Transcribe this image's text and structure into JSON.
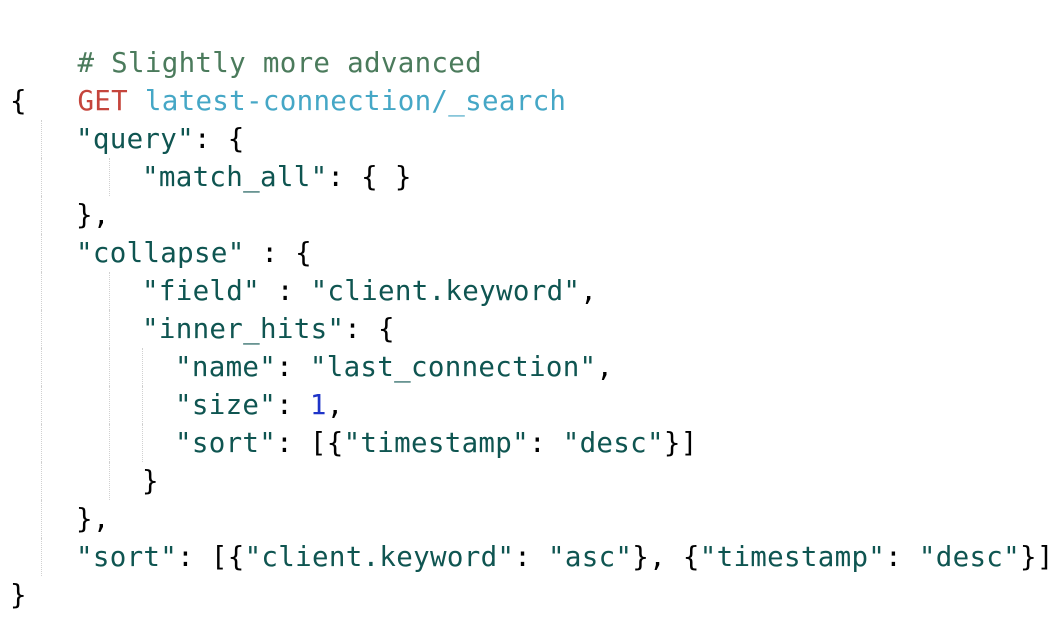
{
  "editor": {
    "comment": "# Slightly more advanced",
    "request": {
      "method": "GET",
      "url": "latest-connection/_search"
    },
    "lines": [
      {
        "indent": 0,
        "tokens": [
          {
            "t": "{",
            "k": "punct"
          }
        ]
      },
      {
        "indent": 1,
        "tokens": [
          {
            "t": "\"query\"",
            "k": "str"
          },
          {
            "t": ": {",
            "k": "punct"
          }
        ]
      },
      {
        "indent": 2,
        "tokens": [
          {
            "t": "\"match_all\"",
            "k": "str"
          },
          {
            "t": ": { }",
            "k": "punct"
          }
        ]
      },
      {
        "indent": 1,
        "tokens": [
          {
            "t": "},",
            "k": "punct"
          }
        ]
      },
      {
        "indent": 1,
        "tokens": [
          {
            "t": "\"collapse\"",
            "k": "str"
          },
          {
            "t": " : {",
            "k": "punct"
          }
        ]
      },
      {
        "indent": 2,
        "tokens": [
          {
            "t": "\"field\"",
            "k": "str"
          },
          {
            "t": " : ",
            "k": "punct"
          },
          {
            "t": "\"client.keyword\"",
            "k": "str"
          },
          {
            "t": ",",
            "k": "punct"
          }
        ]
      },
      {
        "indent": 2,
        "tokens": [
          {
            "t": "\"inner_hits\"",
            "k": "str"
          },
          {
            "t": ": {",
            "k": "punct"
          }
        ]
      },
      {
        "indent": 3,
        "tokens": [
          {
            "t": "\"name\"",
            "k": "str"
          },
          {
            "t": ": ",
            "k": "punct"
          },
          {
            "t": "\"last_connection\"",
            "k": "str"
          },
          {
            "t": ",",
            "k": "punct"
          }
        ]
      },
      {
        "indent": 3,
        "tokens": [
          {
            "t": "\"size\"",
            "k": "str"
          },
          {
            "t": ": ",
            "k": "punct"
          },
          {
            "t": "1",
            "k": "num"
          },
          {
            "t": ",",
            "k": "punct"
          }
        ]
      },
      {
        "indent": 3,
        "tokens": [
          {
            "t": "\"sort\"",
            "k": "str"
          },
          {
            "t": ": [{",
            "k": "punct"
          },
          {
            "t": "\"timestamp\"",
            "k": "str"
          },
          {
            "t": ": ",
            "k": "punct"
          },
          {
            "t": "\"desc\"",
            "k": "str"
          },
          {
            "t": "}]",
            "k": "punct"
          }
        ]
      },
      {
        "indent": 2,
        "tokens": [
          {
            "t": "}",
            "k": "punct"
          }
        ]
      },
      {
        "indent": 1,
        "tokens": [
          {
            "t": "},",
            "k": "punct"
          }
        ]
      },
      {
        "indent": 1,
        "tokens": [
          {
            "t": "\"sort\"",
            "k": "str"
          },
          {
            "t": ": [{",
            "k": "punct"
          },
          {
            "t": "\"client.keyword\"",
            "k": "str"
          },
          {
            "t": ": ",
            "k": "punct"
          },
          {
            "t": "\"asc\"",
            "k": "str"
          },
          {
            "t": "}, {",
            "k": "punct"
          },
          {
            "t": "\"timestamp\"",
            "k": "str"
          },
          {
            "t": ": ",
            "k": "punct"
          },
          {
            "t": "\"desc\"",
            "k": "str"
          },
          {
            "t": "}]",
            "k": "punct"
          }
        ]
      },
      {
        "indent": 0,
        "tokens": [
          {
            "t": "}",
            "k": "punct"
          }
        ]
      }
    ],
    "colors": {
      "comment": "#4b7b5c",
      "method": "#c5453c",
      "url": "#45a7c6",
      "string": "#0f5551",
      "number": "#1e34c8",
      "punctuation": "#000000"
    }
  }
}
